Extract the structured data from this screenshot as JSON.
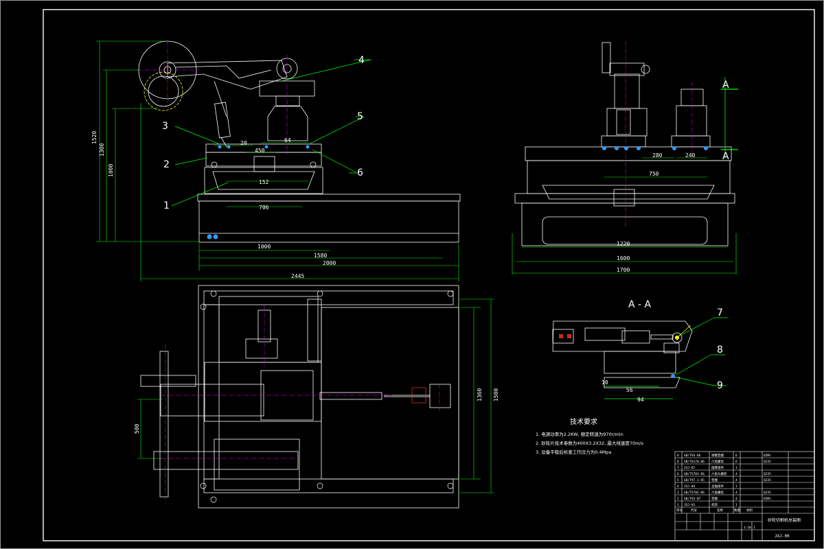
{
  "dims": {
    "h1520": "1520",
    "h1300": "1300",
    "h1000": "1000",
    "d20": "20",
    "d64": "64",
    "d450": "450",
    "d152": "152",
    "d706": "706",
    "d1000": "1000",
    "d1580": "1580",
    "d2000": "2000",
    "d2445": "2445",
    "r_280": "280",
    "r_240": "240",
    "r_750": "750",
    "r_1220": "1220",
    "r_1600": "1600",
    "r_1700": "1700",
    "p_1360": "1360",
    "p_1500": "1500",
    "p_500": "500",
    "s_10": "10",
    "s_56": "56",
    "s_94": "94"
  },
  "labels": {
    "n1": "1",
    "n2": "2",
    "n3": "3",
    "n4": "4",
    "n5": "5",
    "n6": "6",
    "n7": "7",
    "n8": "8",
    "n9": "9",
    "sectionA1": "A",
    "sectionA2": "A",
    "sectionTitle": "A - A"
  },
  "technical": {
    "title": "技术要求",
    "items": [
      "1. 电源功率为2.2KW, 额定转速为970r/min",
      "2. 砂轮片技术参数为400X3.2X32, 最大线速度70m/s",
      "3. 设备平稳后检查工作压力为0.4Mpa"
    ]
  },
  "bom": {
    "rows": [
      {
        "no": "9",
        "code": "GB/T93-86",
        "name": "弹簧垫圈",
        "qty": "6",
        "mat": "65Mn"
      },
      {
        "no": "8",
        "code": "GB/T6170-86",
        "name": "六角螺母",
        "qty": "6",
        "mat": "Q235"
      },
      {
        "no": "7",
        "code": "JXJ-07",
        "name": "摆臂组件",
        "qty": "1",
        "mat": ""
      },
      {
        "no": "6",
        "code": "GB/T5783-86",
        "name": "六角头螺栓",
        "qty": "4",
        "mat": "Q235"
      },
      {
        "no": "5",
        "code": "GB/T97.1-85",
        "name": "垫圈",
        "qty": "4",
        "mat": "Q235"
      },
      {
        "no": "4",
        "code": "JXJ-04",
        "name": "主轴组件",
        "qty": "1",
        "mat": ""
      },
      {
        "no": "3",
        "code": "GB/T5782-86",
        "name": "六角螺栓",
        "qty": "4",
        "mat": "Q235"
      },
      {
        "no": "2",
        "code": "GB/T93-87",
        "name": "垫圈",
        "qty": "4",
        "mat": "65Mn"
      },
      {
        "no": "1",
        "code": "JXJ-01",
        "name": "机架",
        "qty": "1",
        "mat": ""
      }
    ],
    "header": [
      "序号",
      "代号",
      "名称",
      "数量",
      "材料"
    ],
    "drawing_title": "砂轮切割机总装图",
    "drawing_no": "JXJ-00",
    "scale": "1:10",
    "sheet": "1"
  },
  "colors": {
    "bg": "#000000",
    "line": "#ffffff",
    "dim": "#00ff00",
    "leader": "#00ffff",
    "center": "#ff00ff",
    "red": "#ff3030",
    "yellow": "#ffff00",
    "blue": "#3399ff"
  }
}
